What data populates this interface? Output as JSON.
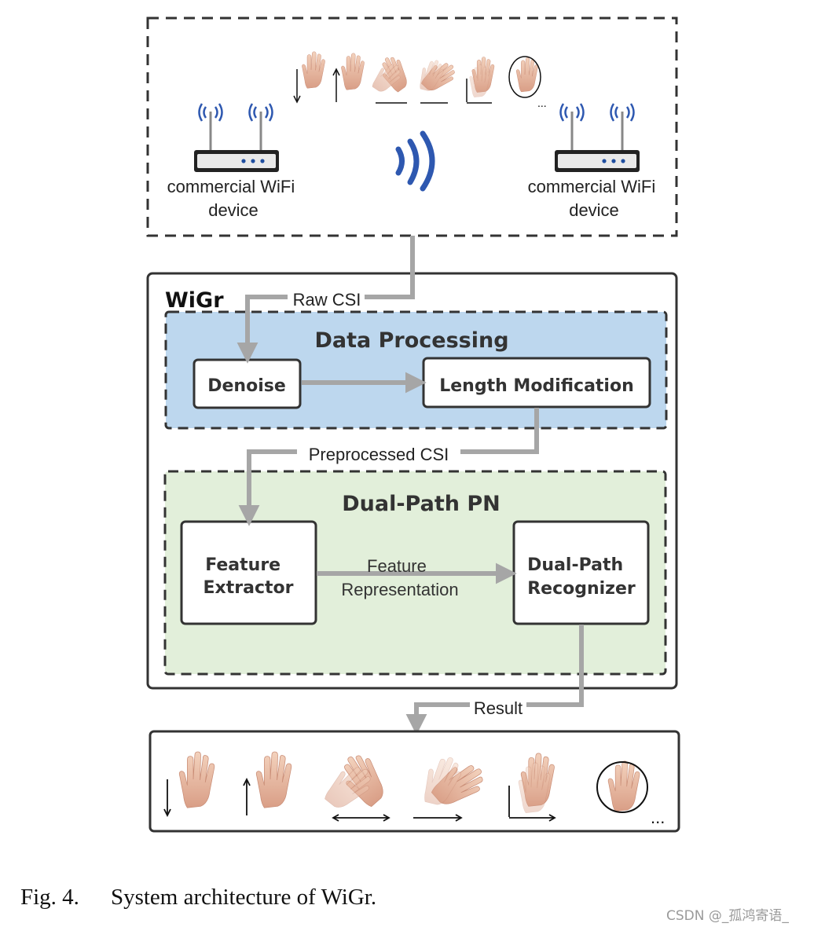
{
  "environment": {
    "device_left_label": "commercial WiFi\ndevice",
    "device_right_label": "commercial WiFi\ndevice",
    "gestures_more": "..."
  },
  "flows": {
    "raw_csi": "Raw CSI",
    "preprocessed_csi": "Preprocessed CSI",
    "result": "Result"
  },
  "system": {
    "title": "WiGr",
    "data_processing": {
      "title": "Data Processing",
      "denoise": "Denoise",
      "length_modification": "Length Modification"
    },
    "dual_path_pn": {
      "title": "Dual-Path PN",
      "feature_extractor": "Feature\nExtractor",
      "feature_representation": "Feature\nRepresentation",
      "recognizer": "Dual-Path\nRecognizer"
    }
  },
  "result_panel": {
    "more": "..."
  },
  "caption": {
    "number": "Fig. 4.",
    "text": "System architecture of WiGr."
  },
  "watermark": "CSDN @_孤鸿寄语_",
  "colors": {
    "data_processing_fill": "#bdd7ee",
    "dual_path_fill": "#e2efda",
    "arrow": "#a6a6a6",
    "wifi_blue": "#2e58b0"
  }
}
